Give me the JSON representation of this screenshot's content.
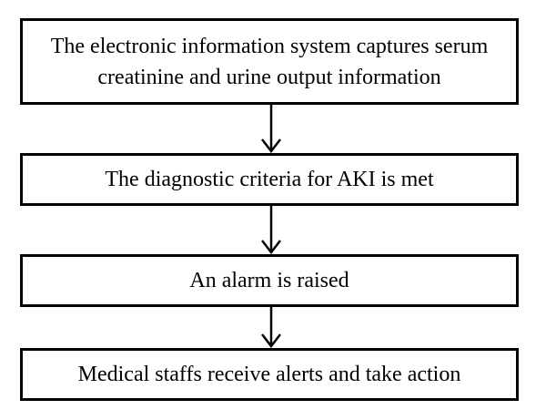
{
  "diagram": {
    "type": "flowchart",
    "direction": "top-to-bottom",
    "steps": [
      {
        "label": "The electronic information system captures serum creatinine and urine output information"
      },
      {
        "label": "The diagnostic criteria for AKI is met"
      },
      {
        "label": "An alarm is raised"
      },
      {
        "label": "Medical staffs receive alerts and take action"
      }
    ],
    "colors": {
      "border": "#000000",
      "background": "#ffffff",
      "text": "#000000"
    }
  }
}
